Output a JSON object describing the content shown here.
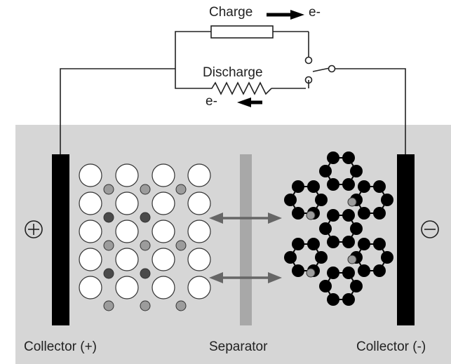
{
  "diagram": {
    "title": "",
    "circuit": {
      "charge_label": "Charge",
      "discharge_label": "Discharge",
      "electron_label_top": "e-",
      "electron_label_bottom": "e-"
    },
    "cell": {
      "positive_sign": "+",
      "negative_sign": "−",
      "collector_positive_label": "Collector (+)",
      "separator_label": "Separator",
      "collector_negative_label": "Collector (-)"
    },
    "colors": {
      "cell_background": "#d6d6d6",
      "collector": "#000000",
      "wire": "#222222",
      "separator": "#a8a8a8",
      "ion_arrow": "#666666",
      "large_atom_fill": "#ffffff",
      "small_ion_light": "#9c9c9c",
      "small_ion_dark": "#4a4a4a",
      "graphite_atom": "#000000"
    }
  }
}
